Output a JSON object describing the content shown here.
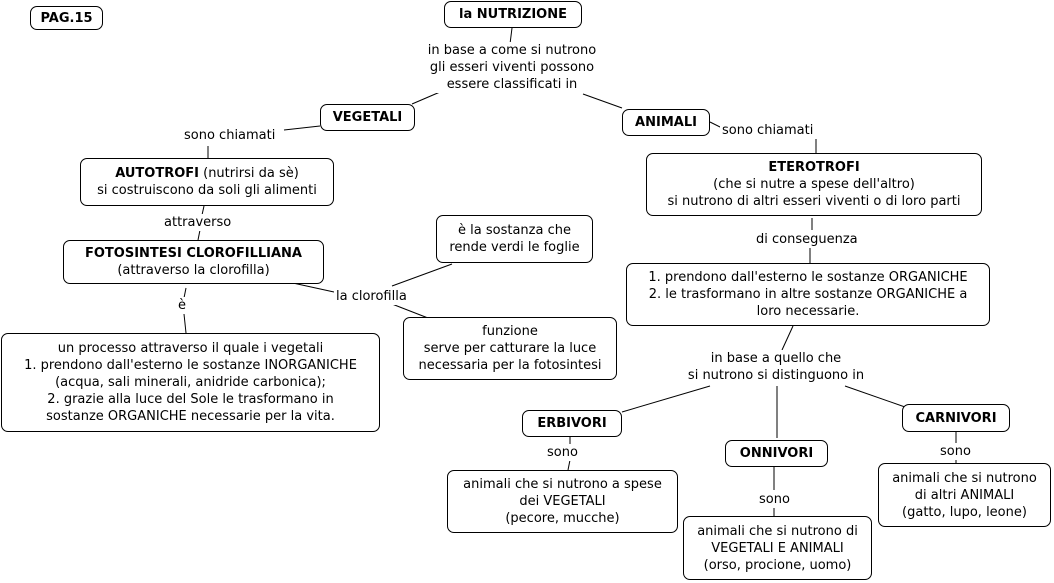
{
  "page_tag": "PAG.15",
  "root": "la NUTRIZIONE",
  "root_link": [
    "in base a come si nutrono",
    "gli esseri viventi possono",
    "essere classificati in"
  ],
  "vegetali": {
    "title": "VEGETALI",
    "link": "sono chiamati",
    "autotrofi_title": "AUTOTROFI",
    "autotrofi_note": "(nutrirsi da sè)",
    "autotrofi_line2": "si costruiscono da soli gli alimenti",
    "link2": "attraverso",
    "fotosintesi_title": "FOTOSINTESI CLOROFILLIANA",
    "fotosintesi_note": "(attraverso la clorofilla)",
    "link_e": "è",
    "processo": [
      "un processo attraverso il quale i vegetali",
      "1. prendono dall'esterno le sostanze INORGANICHE",
      "(acqua, sali minerali, anidride carbonica);",
      "2. grazie alla luce del Sole le trasformano in",
      "sostanze ORGANICHE necessarie per la vita."
    ],
    "link_clorofilla": "la clorofilla",
    "sostanza": [
      "è la sostanza che",
      "rende verdi le foglie"
    ],
    "funzione": [
      "funzione",
      "serve per catturare la luce",
      "necessaria per la fotosintesi"
    ]
  },
  "animali": {
    "title": "ANIMALI",
    "link": "sono chiamati",
    "eterotrofi_title": "ETEROTROFI",
    "eterotrofi_lines": [
      "(che si nutre a spese dell'altro)",
      "si nutrono di altri esseri viventi o di loro parti"
    ],
    "link2": "di conseguenza",
    "organiche": [
      "1. prendono dall'esterno le sostanze ORGANICHE",
      "2. le trasformano in altre sostanze ORGANICHE a",
      "loro necessarie."
    ],
    "link3": [
      "in base a quello che",
      "si nutrono si distinguono in"
    ],
    "erbivori": {
      "title": "ERBIVORI",
      "link": "sono",
      "desc": [
        "animali che si nutrono a spese",
        "dei VEGETALI",
        "(pecore, mucche)"
      ]
    },
    "onnivori": {
      "title": "ONNIVORI",
      "link": "sono",
      "desc": [
        "animali che si nutrono di",
        "VEGETALI E ANIMALI",
        "(orso, procione, uomo)"
      ]
    },
    "carnivori": {
      "title": "CARNIVORI",
      "link": "sono",
      "desc": [
        "animali che si nutrono",
        "di altri ANIMALI",
        "(gatto, lupo, leone)"
      ]
    }
  }
}
